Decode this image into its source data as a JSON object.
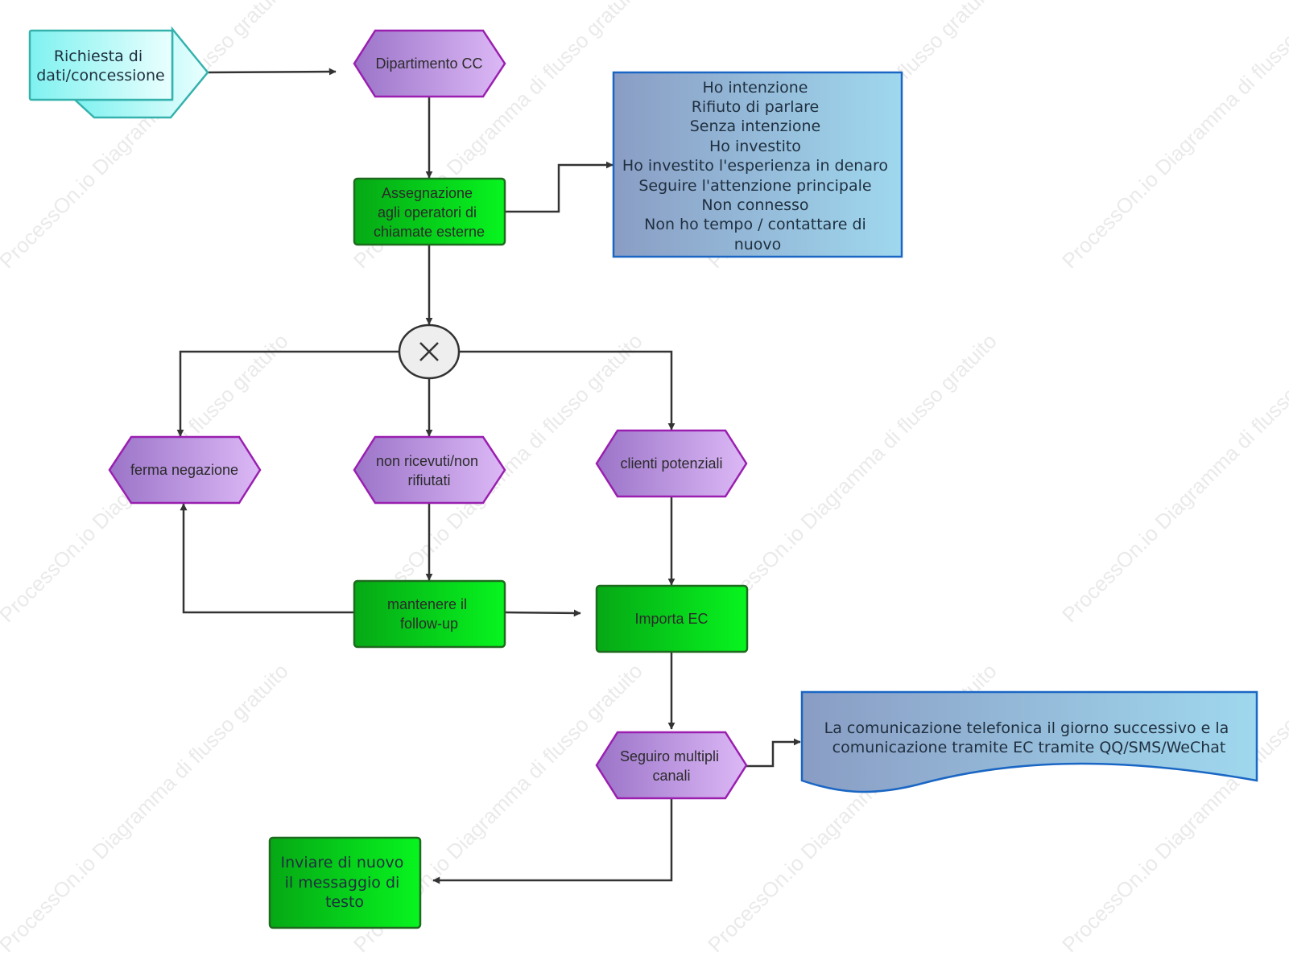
{
  "watermark": {
    "text": "ProcessOn.io Diagramma di flusso gratuito"
  },
  "colors": {
    "edge": "#333333",
    "hex_fill_start": "#9b74c8",
    "hex_fill_end": "#dcb8f6",
    "hex_stroke": "#9a1fb0",
    "box_fill_start": "#06a815",
    "box_fill_end": "#07f51f",
    "box_stroke": "#1e6a1e",
    "note_fill_start": "#8a9dc4",
    "note_fill_end": "#9fd8ee",
    "note_stroke": "#1a66c4",
    "input_fill_start": "#7ff2f0",
    "input_fill_end": "#eafffe",
    "input_stroke": "#35b2ad",
    "gateway_fill": "#eeeeee"
  },
  "nodes": {
    "richiesta": {
      "lines": [
        "Richiesta di",
        "dati/concessione"
      ]
    },
    "dipartimento": {
      "lines": [
        "Dipartimento CC"
      ]
    },
    "assegnazione": {
      "lines": [
        "Assegnazione",
        "agli operatori di",
        "chiamate esterne"
      ]
    },
    "note_esiti": {
      "lines": [
        "Ho intenzione",
        "Rifiuto di parlare",
        "Senza intenzione",
        "Ho investito",
        "Ho investito l'esperienza in denaro",
        "Seguire l'attenzione principale",
        "Non connesso",
        "Non ho tempo / contattare di",
        "nuovo"
      ]
    },
    "ferma": {
      "lines": [
        "ferma negazione"
      ]
    },
    "non_ricevuti": {
      "lines": [
        "non ricevuti/non",
        "rifiutati"
      ]
    },
    "clienti": {
      "lines": [
        "clienti potenziali"
      ]
    },
    "mantenere": {
      "lines": [
        "mantenere il",
        "follow-up"
      ]
    },
    "importa": {
      "lines": [
        "Importa EC"
      ]
    },
    "seguiro": {
      "lines": [
        "Seguiro multipli",
        "canali"
      ]
    },
    "comunicazione": {
      "lines": [
        "La comunicazione telefonica il giorno successivo e la",
        "comunicazione tramite EC tramite QQ/SMS/WeChat"
      ]
    },
    "inviare": {
      "lines": [
        "Inviare di nuovo",
        "il messaggio di",
        "testo"
      ]
    }
  }
}
